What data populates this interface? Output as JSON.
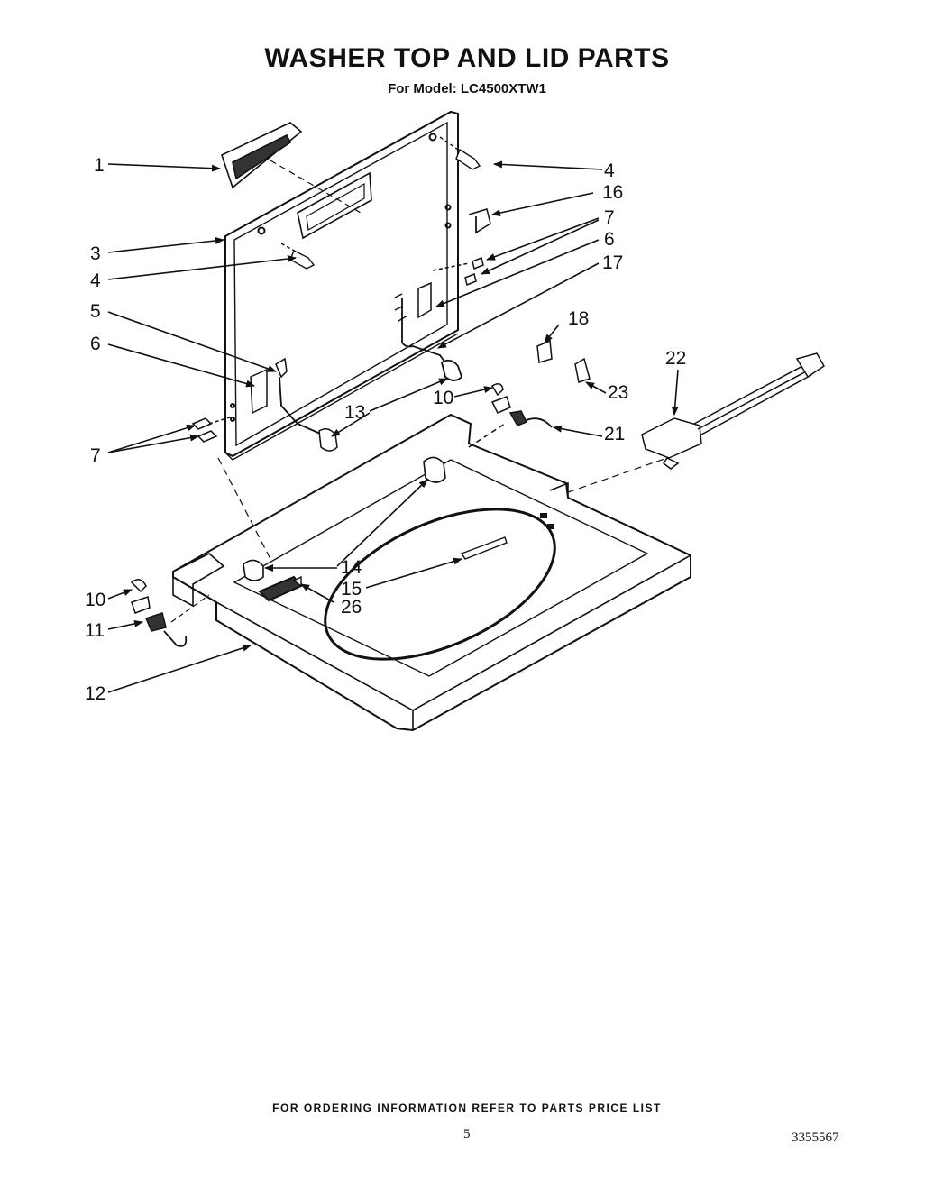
{
  "header": {
    "title": "WASHER TOP AND LID PARTS",
    "model_line": "For Model:  LC4500XTW1"
  },
  "callouts": [
    "1",
    "4",
    "16",
    "7",
    "6",
    "17",
    "3",
    "4",
    "5",
    "6",
    "18",
    "22",
    "10",
    "13",
    "23",
    "21",
    "7",
    "14",
    "15",
    "26",
    "10",
    "11",
    "12"
  ],
  "footer": {
    "ordering_note": "FOR ORDERING INFORMATION REFER TO PARTS PRICE LIST",
    "page_number": "5",
    "document_number": "3355567"
  }
}
